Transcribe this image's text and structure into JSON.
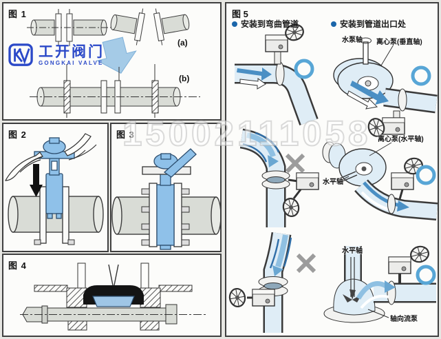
{
  "brand": {
    "logo_mark": "KV",
    "name_cn": "工开阀门",
    "name_en": "GONGKAI VALVE"
  },
  "watermark": {
    "text": "15002111058"
  },
  "figures": {
    "fig1": {
      "label": "图 1",
      "tag_a": "(a)",
      "tag_b": "(b)"
    },
    "fig2": {
      "label": "图 2"
    },
    "fig3": {
      "label": "图 3"
    },
    "fig4": {
      "label": "图 4"
    },
    "fig5": {
      "label": "图 5",
      "sections": [
        {
          "title": "安装到弯曲管道"
        },
        {
          "title": "安装到管道出口处"
        }
      ],
      "annotations": {
        "pump_shaft": "水泵轴",
        "centrifugal_pump_vertical": "离心泵(垂直轴)",
        "centrifugal_pump_horizontal": "离心泵(水平轴)",
        "horizontal_axis_mid": "水平轴",
        "horizontal_axis_bottom": "水平轴",
        "axial_flow_pump": "轴向流泵"
      },
      "marks": {
        "correct_symbol": "○",
        "incorrect_symbol": "×"
      }
    }
  },
  "colors": {
    "brand_blue": "#2b49c8",
    "bullet_blue": "#1b66aa",
    "ring_blue": "#58a6d6",
    "cross_gray": "#9c9c9c",
    "valve_blue": "#8fc1e9",
    "pale_pipe_blue": "#dfedf6",
    "flow_arrow_blue": "#4a8fc4",
    "pipe_gray": "#d9dcd6"
  }
}
